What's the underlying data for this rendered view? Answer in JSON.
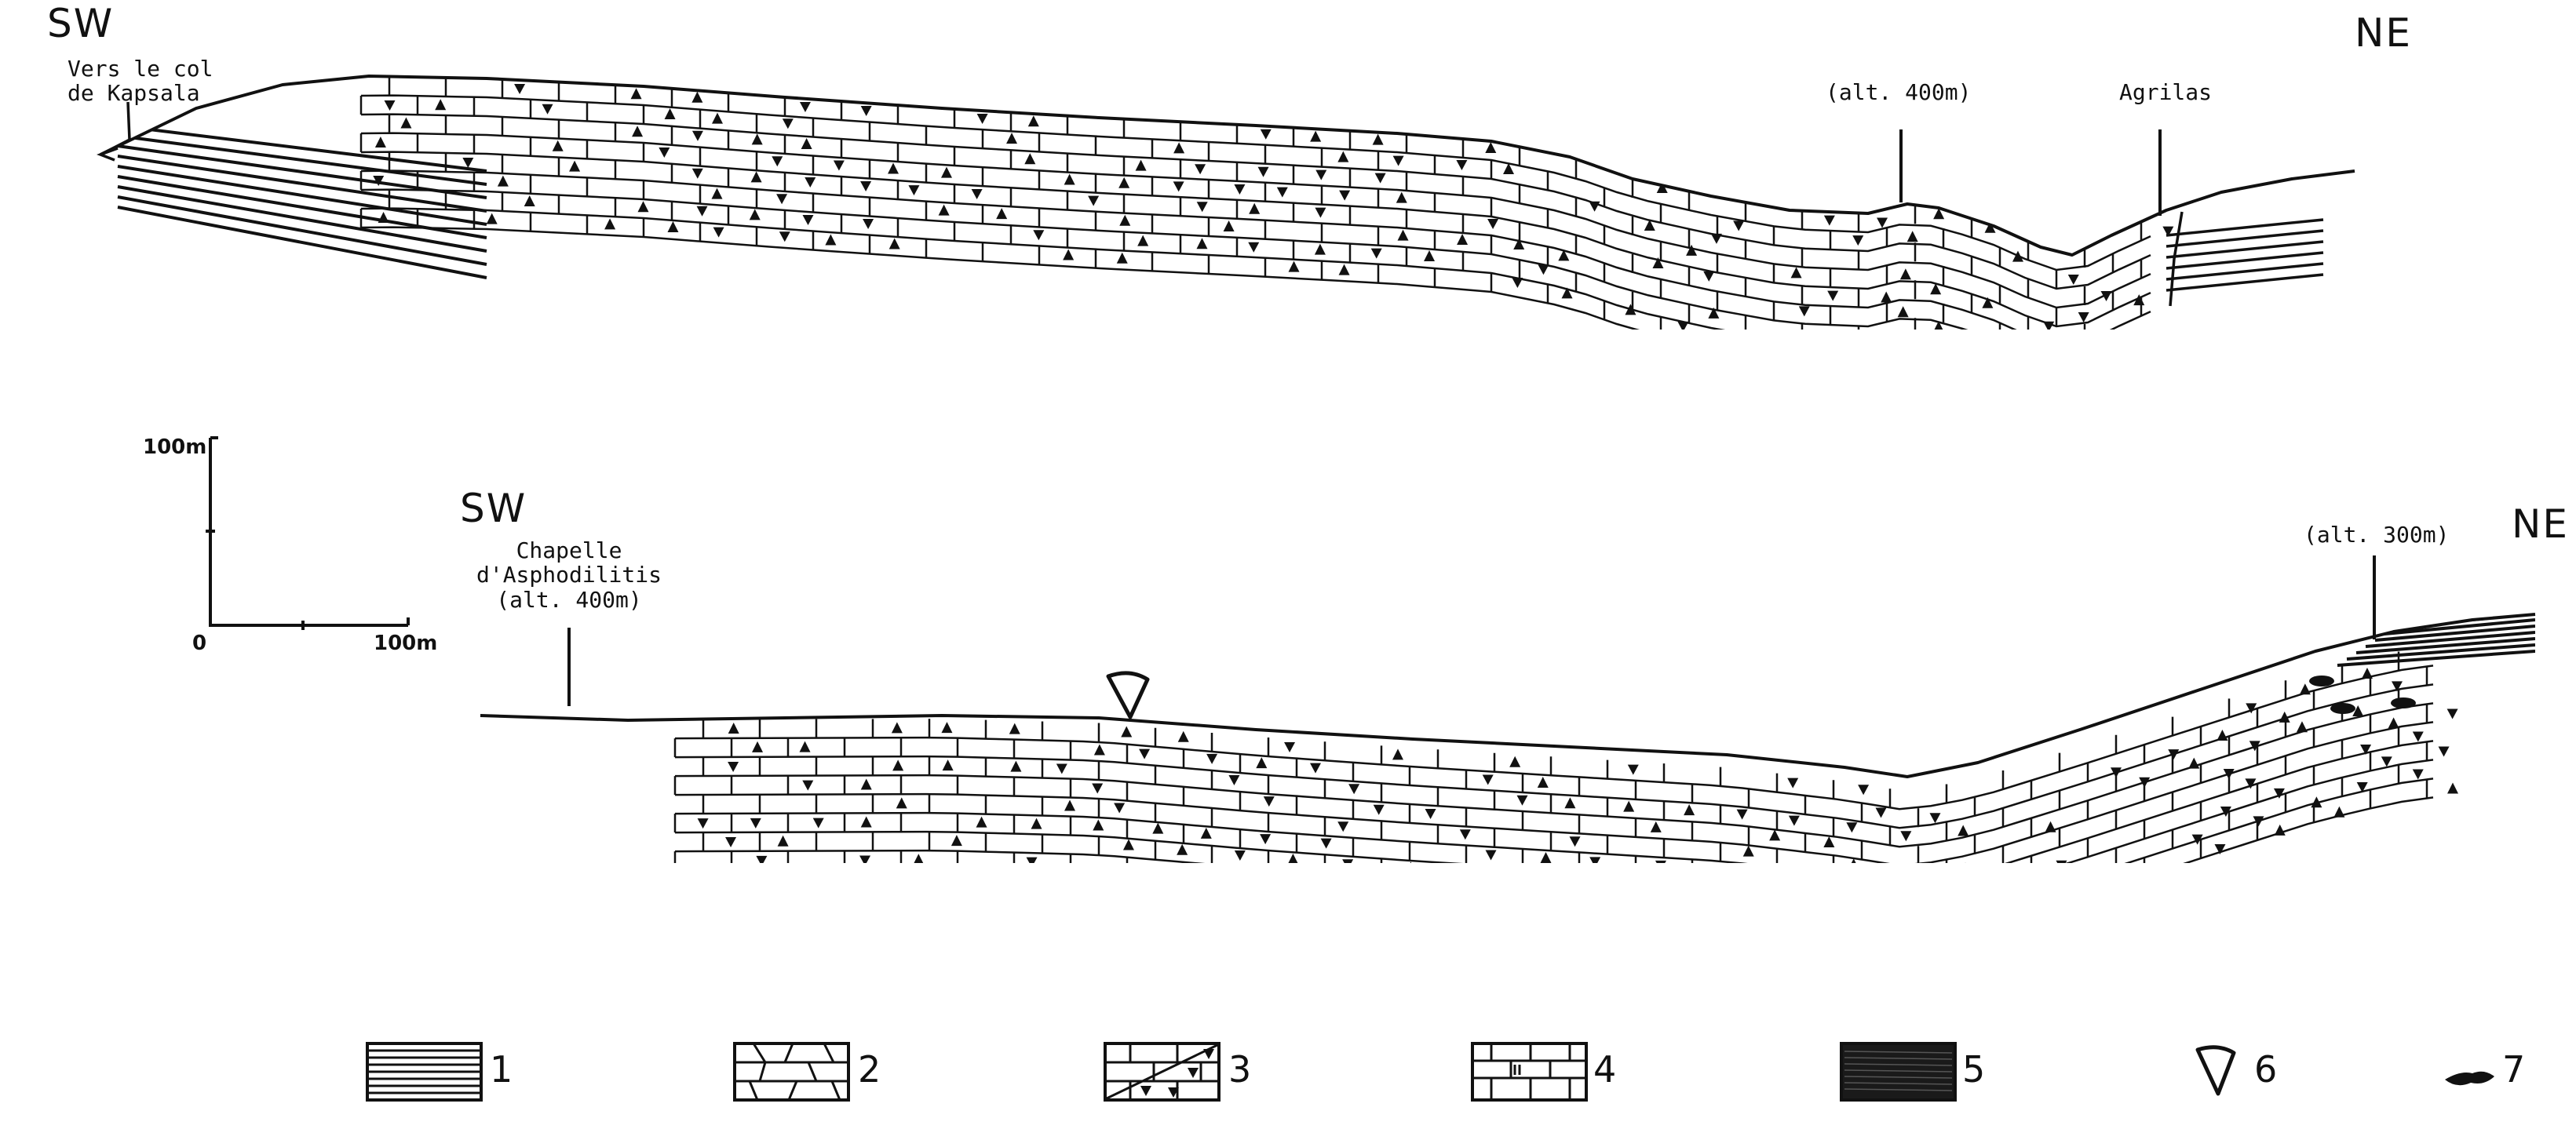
{
  "profile1": {
    "left_dir": "SW",
    "right_dir": "NE",
    "note_left": "Vers le col\nde Kapsala",
    "alt_label": "(alt. 400m)",
    "place_label": "Agrilas"
  },
  "profile2": {
    "left_dir": "SW",
    "right_dir": "NE",
    "chapel_label": "Chapelle\nd'Asphodilitis\n(alt. 400m)",
    "alt_label": "(alt. 300m)"
  },
  "scale": {
    "vertical": "100m",
    "origin": "0",
    "horizontal": "100m"
  },
  "legend": [
    {
      "num": "1",
      "pattern": "lines"
    },
    {
      "num": "2",
      "pattern": "dolomite-blocks"
    },
    {
      "num": "3",
      "pattern": "blocks-triangles"
    },
    {
      "num": "4",
      "pattern": "limestone-blocks"
    },
    {
      "num": "5",
      "pattern": "dark-fill"
    },
    {
      "num": "6",
      "pattern": "cone-symbol"
    },
    {
      "num": "7",
      "pattern": "nodule-symbol"
    }
  ],
  "colors": {
    "ink": "#111111",
    "paper": "#ffffff"
  }
}
